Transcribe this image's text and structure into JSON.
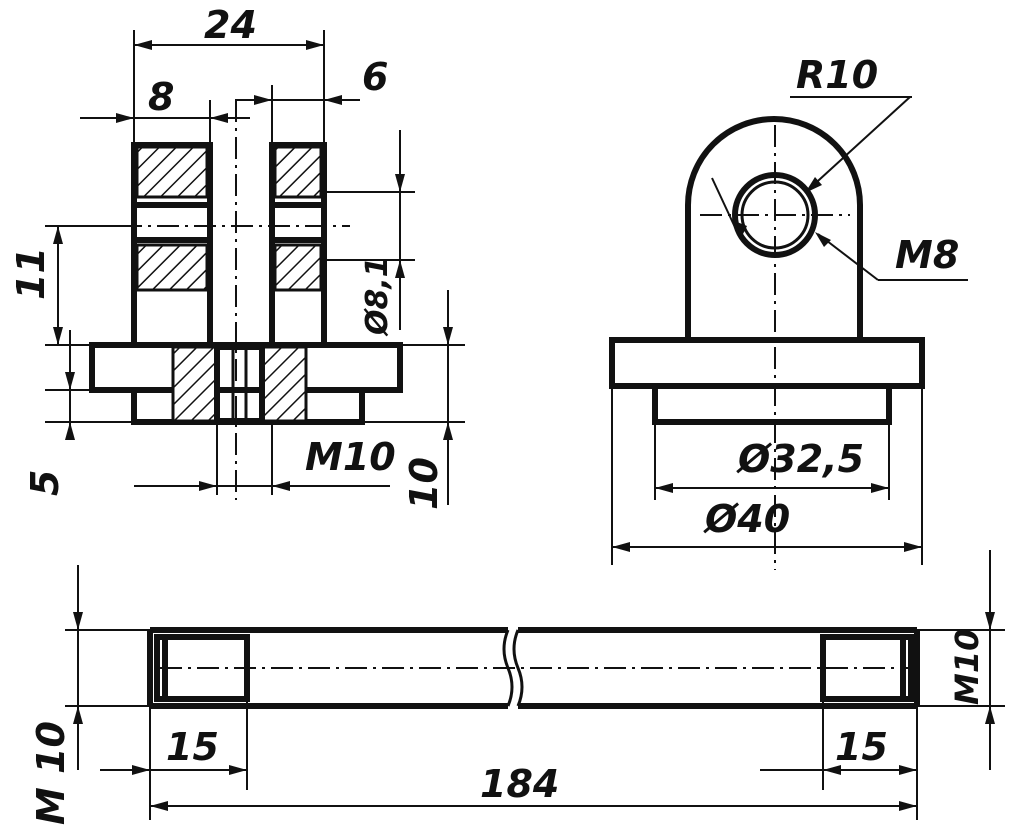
{
  "drawing": {
    "dimensions": {
      "width_24": "24",
      "width_8": "8",
      "width_6": "6",
      "height_11": "11",
      "height_5": "5",
      "height_10": "10",
      "hole_8_1": "Ø8,1",
      "thread_m10_left": "M10",
      "radius_r10": "R10",
      "thread_m8": "M8",
      "diameter_32_5": "Ø32,5",
      "diameter_40": "Ø40",
      "rod_left_thread": "M 10",
      "rod_right_thread": "M10",
      "rod_left_len": "15",
      "rod_right_len": "15",
      "rod_total_len": "184"
    }
  }
}
